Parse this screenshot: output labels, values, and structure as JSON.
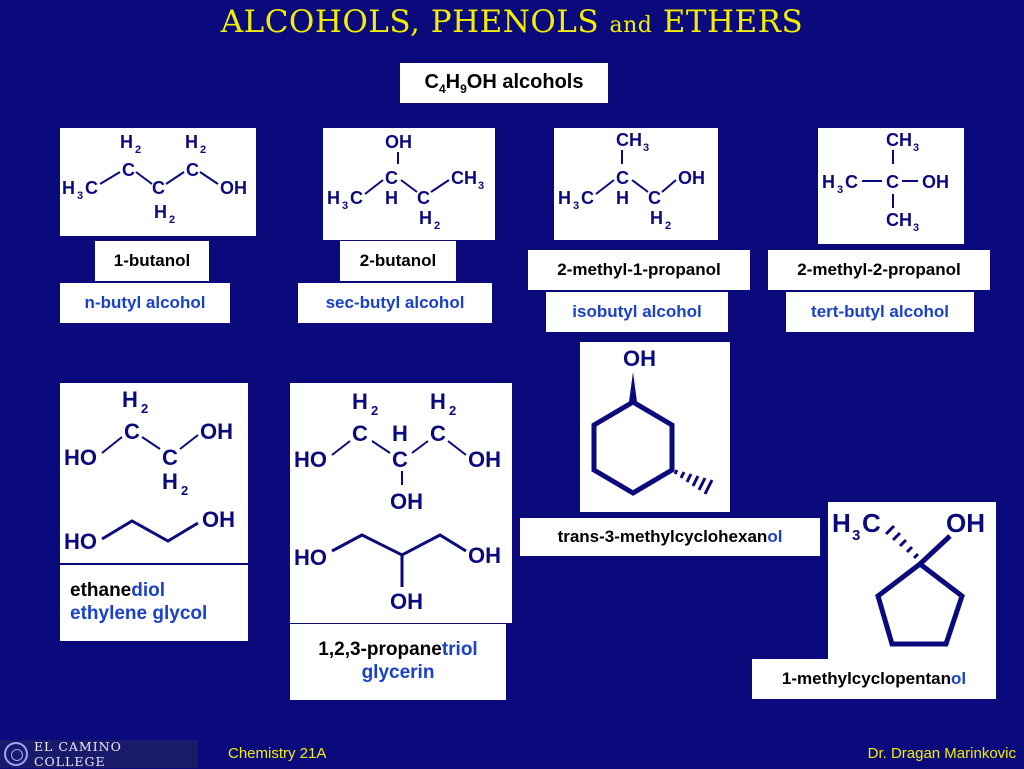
{
  "title": {
    "main": "ALCOHOLS, PHENOLS",
    "and": "and",
    "end": "ETHERS"
  },
  "subtitle": {
    "c": "C",
    "s1": "4",
    "h": "H",
    "s2": "9",
    "rest": "OH alcohols"
  },
  "compounds": [
    {
      "iupac": "1-butanol",
      "common": "n-butyl alcohol"
    },
    {
      "iupac": "2-butanol",
      "common": "sec-butyl alcohol"
    },
    {
      "iupac": "2-methyl-1-propanol",
      "common": "isobutyl alcohol"
    },
    {
      "iupac": "2-methyl-2-propanol",
      "common": "tert-butyl alcohol"
    }
  ],
  "diol": {
    "a": "ethane",
    "b": "diol",
    "c": "ethylene glycol"
  },
  "triol": {
    "a": "1,2,3-propane",
    "b": "triol",
    "c": "glycerin"
  },
  "cyclohex": {
    "a": "trans-3-methylcyclohexan",
    "b": "ol"
  },
  "cyclopent": {
    "a": "1-methylcyclopentan",
    "b": "ol"
  },
  "footer": {
    "college": "EL CAMINO COLLEGE",
    "course": "Chemistry 21A",
    "author": "Dr. Dragan Marinkovic"
  },
  "colors": {
    "background": "#0b0a7c",
    "title": "#f2ee00",
    "blue_text": "#1a41c8"
  }
}
